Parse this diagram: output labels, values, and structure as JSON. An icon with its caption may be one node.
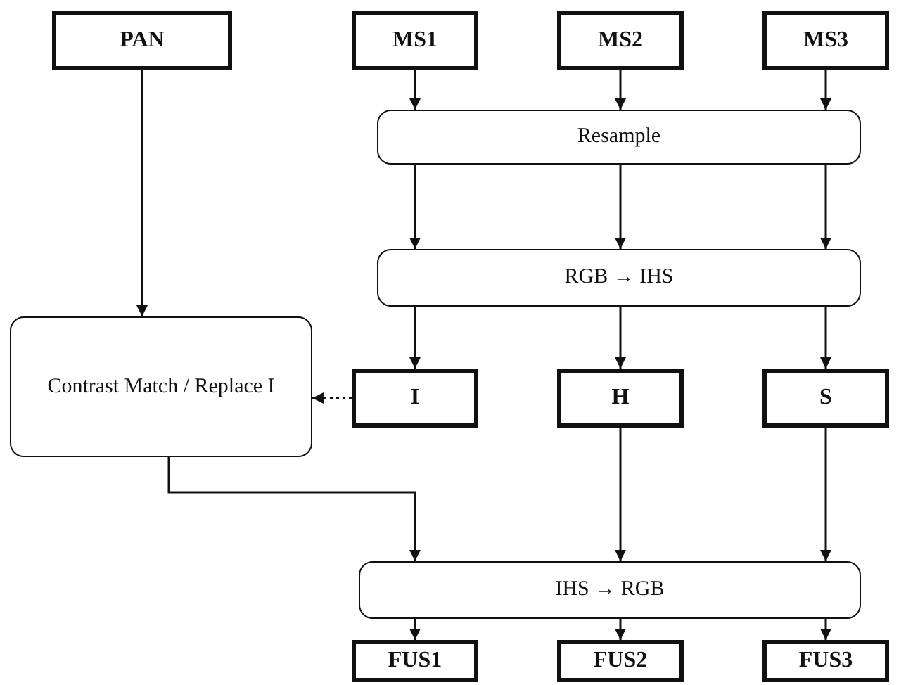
{
  "diagram": {
    "nodes": [
      {
        "text": [
          "PAN"
        ]
      },
      {
        "text": [
          "MS1"
        ]
      },
      {
        "text": [
          "MS2"
        ]
      },
      {
        "text": [
          "MS3"
        ]
      },
      {
        "text": [
          "Resample"
        ]
      },
      {
        "text": [
          "RGB → IHS"
        ]
      },
      {
        "text": [
          "Contrast Match / Replace I"
        ]
      },
      {
        "text": [
          "I"
        ]
      },
      {
        "text": [
          "H"
        ]
      },
      {
        "text": [
          "S"
        ]
      },
      {
        "text": [
          "IHS → RGB"
        ]
      },
      {
        "text": [
          "FUS1"
        ]
      },
      {
        "text": [
          "FUS2"
        ]
      },
      {
        "text": [
          "FUS3"
        ]
      }
    ],
    "edges": [
      {
        "from": 0,
        "to": 6,
        "arrow": "to"
      },
      {
        "from": 1,
        "to": 4,
        "arrow": "to"
      },
      {
        "from": 2,
        "to": 4,
        "arrow": "to"
      },
      {
        "from": 3,
        "to": 4,
        "arrow": "to"
      },
      {
        "from": 4,
        "to": 5,
        "arrow": "to"
      },
      {
        "from": 4,
        "to": 5,
        "arrow": "to"
      },
      {
        "from": 4,
        "to": 5,
        "arrow": "to"
      },
      {
        "from": 5,
        "to": 7,
        "arrow": "to"
      },
      {
        "from": 5,
        "to": 8,
        "arrow": "to"
      },
      {
        "from": 5,
        "to": 9,
        "arrow": "to"
      },
      {
        "from": 7,
        "to": 6,
        "arrow": "to",
        "style": "dashed"
      },
      {
        "from": 6,
        "to": 10,
        "arrow": "to"
      },
      {
        "from": 8,
        "to": 10,
        "arrow": "to"
      },
      {
        "from": 9,
        "to": 10,
        "arrow": "to"
      },
      {
        "from": 10,
        "to": 11,
        "arrow": "to"
      },
      {
        "from": 10,
        "to": 12,
        "arrow": "to"
      },
      {
        "from": 10,
        "to": 13,
        "arrow": "to"
      }
    ]
  }
}
